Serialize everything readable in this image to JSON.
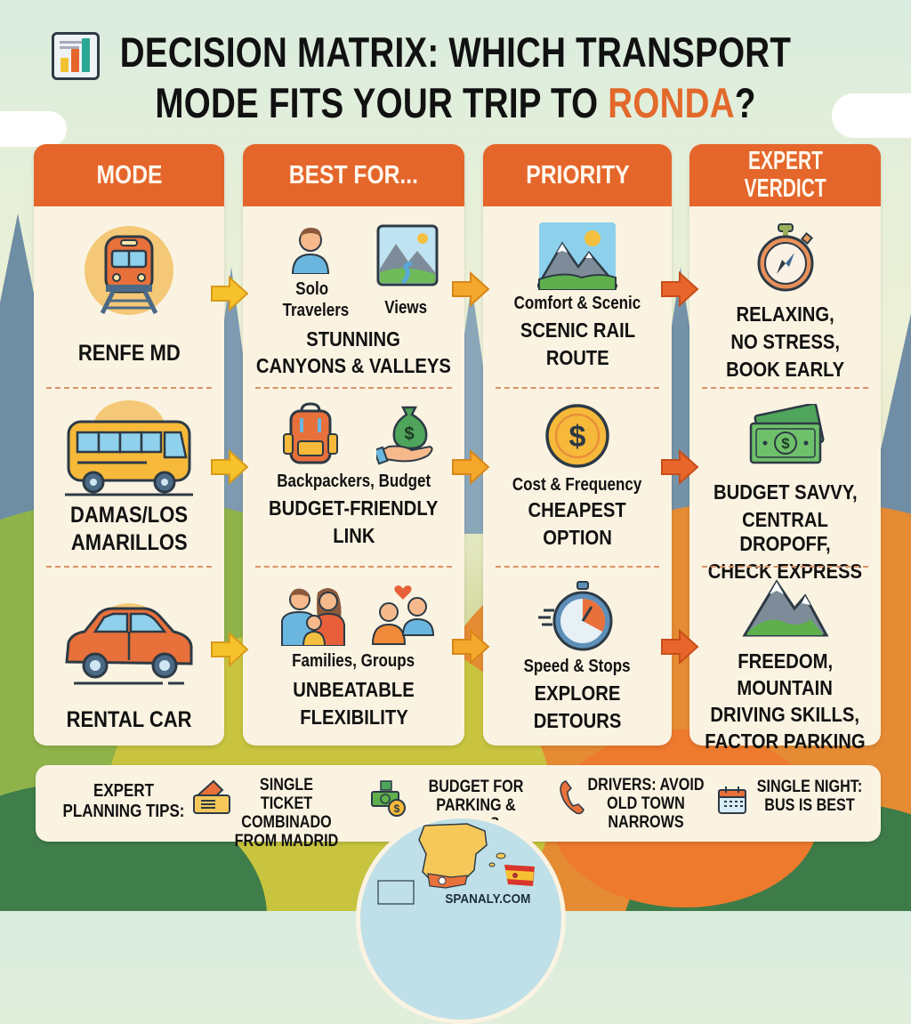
{
  "title": {
    "line1": "DECISION MATRIX: WHICH TRANSPORT",
    "line2_prefix": "MODE FITS YOUR TRIP TO ",
    "line2_accent": "RONDA",
    "line2_suffix": "?",
    "icon": "bar-chart-icon"
  },
  "colors": {
    "header_orange": "#e5662b",
    "card_cream": "#fbf3e2",
    "accent_orange": "#e2692b",
    "arrow_yellow": "#f6c22b",
    "arrow_orange": "#f0a02c",
    "arrow_red": "#e5662b"
  },
  "columns": [
    {
      "header": "MODE"
    },
    {
      "header": "BEST FOR..."
    },
    {
      "header": "PRIORITY"
    },
    {
      "header_line1": "EXPERT",
      "header_line2": "VERDICT"
    }
  ],
  "rows": [
    {
      "mode": {
        "label": "RENFE MD",
        "icon": "train-icon"
      },
      "best_for": {
        "items": [
          {
            "label_line1": "Solo",
            "label_line2": "Travelers",
            "icon": "solo-traveler-icon"
          },
          {
            "label": "Views",
            "icon": "landscape-picture-icon"
          }
        ],
        "headline_line1": "STUNNING",
        "headline_line2": "CANYONS & VALLEYS"
      },
      "priority": {
        "label": "Comfort & Scenic",
        "icon": "mountain-scene-icon",
        "headline_line1": "SCENIC RAIL",
        "headline_line2": "ROUTE"
      },
      "verdict": {
        "icon": "stopwatch-compass-icon",
        "line1": "RELAXING,",
        "line2": "NO STRESS,",
        "line3": "BOOK EARLY"
      }
    },
    {
      "mode": {
        "label_line1": "DAMAS/LOS",
        "label_line2": "AMARILLOS",
        "icon": "bus-icon"
      },
      "best_for": {
        "label": "Backpackers, Budget",
        "icons": [
          "backpack-icon",
          "money-bag-hand-icon"
        ],
        "headline_line1": "BUDGET-FRIENDLY",
        "headline_line2": "LINK"
      },
      "priority": {
        "label": "Cost & Frequency",
        "icon": "dollar-coin-icon",
        "headline_line1": "CHEAPEST",
        "headline_line2": "OPTION"
      },
      "verdict": {
        "icon": "cash-bills-icon",
        "line1": "BUDGET SAVVY,",
        "line2": "CENTRAL DROPOFF,",
        "line3": "CHECK EXPRESS"
      }
    },
    {
      "mode": {
        "label": "RENTAL CAR",
        "icon": "car-icon"
      },
      "best_for": {
        "label": "Families, Groups",
        "icons": [
          "family-icon",
          "group-heart-icon"
        ],
        "headline_line1": "UNBEATABLE",
        "headline_line2": "FLEXIBILITY"
      },
      "priority": {
        "label": "Speed & Stops",
        "icon": "fast-stopwatch-icon",
        "headline_line1": "EXPLORE",
        "headline_line2": "DETOURS"
      },
      "verdict": {
        "icon": "mountain-icon",
        "line1": "FREEDOM,",
        "line2": "MOUNTAIN",
        "line3": "DRIVING SKILLS,",
        "line4": "FACTOR PARKING"
      }
    }
  ],
  "tips": {
    "label_line1": "EXPERT",
    "label_line2": "PLANNING TIPS:",
    "items": [
      {
        "icon": "ticket-icon",
        "line1": "SINGLE TICKET",
        "line2": "COMBINADO",
        "line3": "FROM MADRID"
      },
      {
        "icon": "money-coin-icon",
        "line1": "BUDGET FOR",
        "line2": "PARKING & TOLLS"
      },
      {
        "icon": "phone-icon",
        "line1": "DRIVERS: AVOID",
        "line2": "OLD TOWN",
        "line3": "NARROWS"
      },
      {
        "icon": "calendar-icon",
        "line1": "SINGLE NIGHT:",
        "line2": "BUS IS BEST"
      }
    ]
  },
  "footer": {
    "brand": "SPANALY.COM",
    "map_icon": "spain-map-icon",
    "flag_icon": "spain-flag-icon"
  }
}
